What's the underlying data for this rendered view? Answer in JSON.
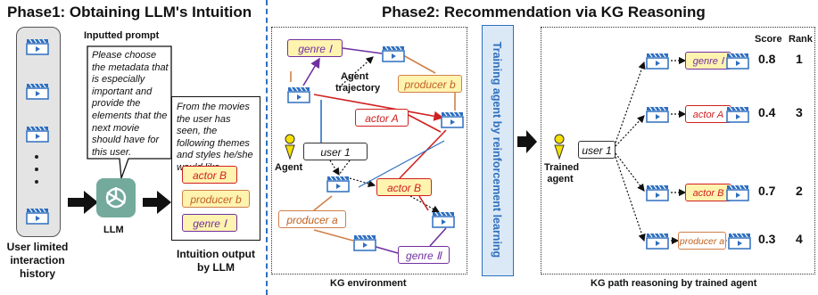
{
  "phase1": {
    "title": "Phase1: Obtaining LLM's Intuition",
    "history_label_line1": "User limited",
    "history_label_line2": "interaction",
    "history_label_line3": "history",
    "prompt_heading": "Inputted prompt",
    "prompt_text": "Please choose the metadata that is especially important and provide the elements that the next movie should have for this user.",
    "llm_label": "LLM",
    "output_text": "From the movies the user has seen, the following themes and styles he/she would like",
    "output_items": [
      "actor B",
      "producer b",
      "genre Ⅰ"
    ],
    "output_label_line1": "Intuition output",
    "output_label_line2": "by LLM"
  },
  "phase2": {
    "title": "Phase2: Recommendation via KG Reasoning",
    "vertical_label": "Training agent by reinforcement learning",
    "kg": {
      "genre1": "genre Ⅰ",
      "producer_b": "producer b",
      "actor_a": "actor A",
      "user": "user 1",
      "actor_b": "actor B",
      "producer_a": "producer a",
      "genre2": "genre Ⅱ",
      "agent_trajectory_line1": "Agent",
      "agent_trajectory_line2": "trajectory",
      "agent_label": "Agent",
      "caption": "KG environment"
    },
    "paths": {
      "score_header": "Score",
      "rank_header": "Rank",
      "user": "user 1",
      "trained_agent_line1": "Trained",
      "trained_agent_line2": "agent",
      "rows": [
        {
          "entity": "genre Ⅰ",
          "score": "0.8",
          "rank": "1"
        },
        {
          "entity": "actor A",
          "score": "0.4",
          "rank": "3"
        },
        {
          "entity": "actor B",
          "score": "0.7",
          "rank": "2"
        },
        {
          "entity": "producer a",
          "score": "0.3",
          "rank": "4"
        }
      ],
      "caption": "KG path reasoning by trained agent"
    }
  },
  "colors": {
    "purple": "#7030a0",
    "orange": "#d0804a",
    "red": "#d02020",
    "blue": "#2e6fbf",
    "highlight": "#fff3b0",
    "panel_blue": "#dbe9f6"
  }
}
